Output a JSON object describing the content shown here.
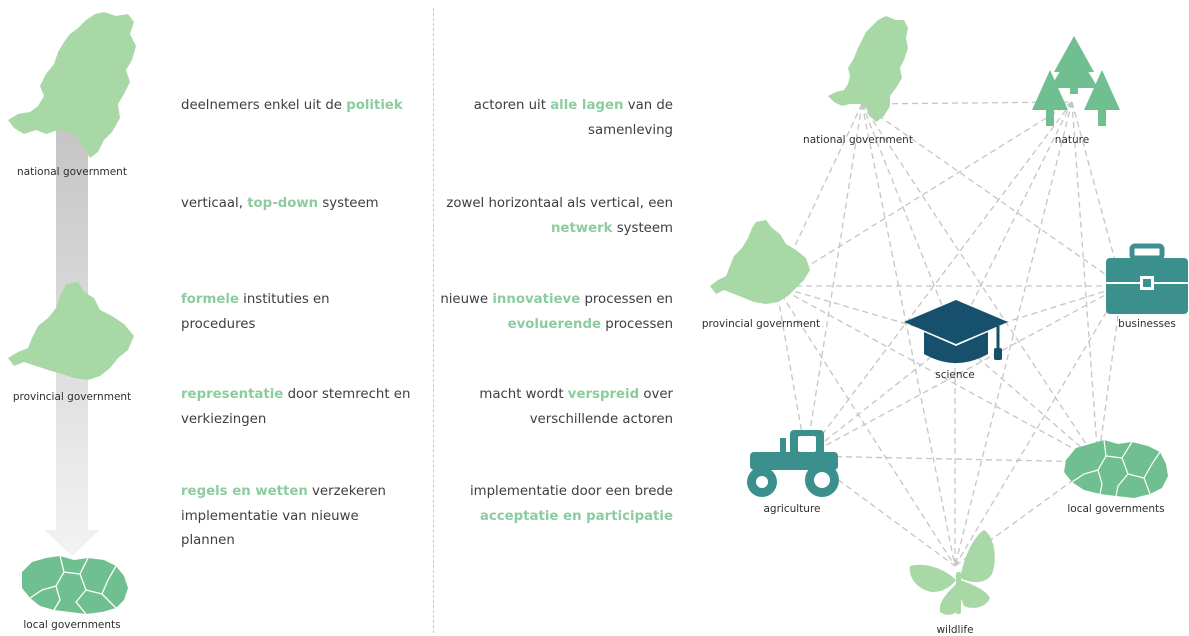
{
  "left_hierarchy": {
    "levels": [
      {
        "label": "national government"
      },
      {
        "label": "provincial government"
      },
      {
        "label": "local governments"
      }
    ]
  },
  "left_column": [
    [
      {
        "t": "deelnemers enkel uit de "
      },
      {
        "t": "politiek",
        "h": true
      }
    ],
    [
      {
        "t": "verticaal, "
      },
      {
        "t": "top-down",
        "h": true
      },
      {
        "t": " systeem"
      }
    ],
    [
      {
        "t": "formele",
        "h": true
      },
      {
        "t": " instituties en procedures"
      }
    ],
    [
      {
        "t": "representatie",
        "h": true
      },
      {
        "t": " door stemrecht en verkiezingen"
      }
    ],
    [
      {
        "t": "regels en wetten",
        "h": true
      },
      {
        "t": " verzekeren implementatie van nieuwe plannen"
      }
    ]
  ],
  "right_column": [
    [
      {
        "t": "actoren uit "
      },
      {
        "t": "alle lagen",
        "h": true
      },
      {
        "t": " van de samenleving"
      }
    ],
    [
      {
        "t": "zowel horizontaal als vertical, een "
      },
      {
        "t": "netwerk",
        "h": true
      },
      {
        "t": " systeem"
      }
    ],
    [
      {
        "t": "nieuwe "
      },
      {
        "t": "innovatieve",
        "h": true
      },
      {
        "t": " processen en "
      },
      {
        "t": "evoluerende",
        "h": true
      },
      {
        "t": " processen"
      }
    ],
    [
      {
        "t": "macht wordt "
      },
      {
        "t": "verspreid",
        "h": true
      },
      {
        "t": " over verschillende actoren"
      }
    ],
    [
      {
        "t": "implementatie door een brede "
      },
      {
        "t": "acceptatie en participatie",
        "h": true
      }
    ]
  ],
  "network": {
    "nodes": [
      {
        "id": "national",
        "label": "national government"
      },
      {
        "id": "nature",
        "label": "nature"
      },
      {
        "id": "provincial",
        "label": "provincial government"
      },
      {
        "id": "science",
        "label": "science"
      },
      {
        "id": "businesses",
        "label": "businesses"
      },
      {
        "id": "agriculture",
        "label": "agriculture"
      },
      {
        "id": "local",
        "label": "local governments"
      },
      {
        "id": "wildlife",
        "label": "wildlife"
      }
    ]
  },
  "colors": {
    "light_green": "#a9d8a7",
    "mid_green": "#6fbf90",
    "teal": "#3b8f8c",
    "navy": "#16506d",
    "highlight": "#8ccc9f",
    "dashed_line": "#c5c5c5",
    "arrow_gradient": [
      "#c4c4c4",
      "#f3f3f3"
    ]
  }
}
